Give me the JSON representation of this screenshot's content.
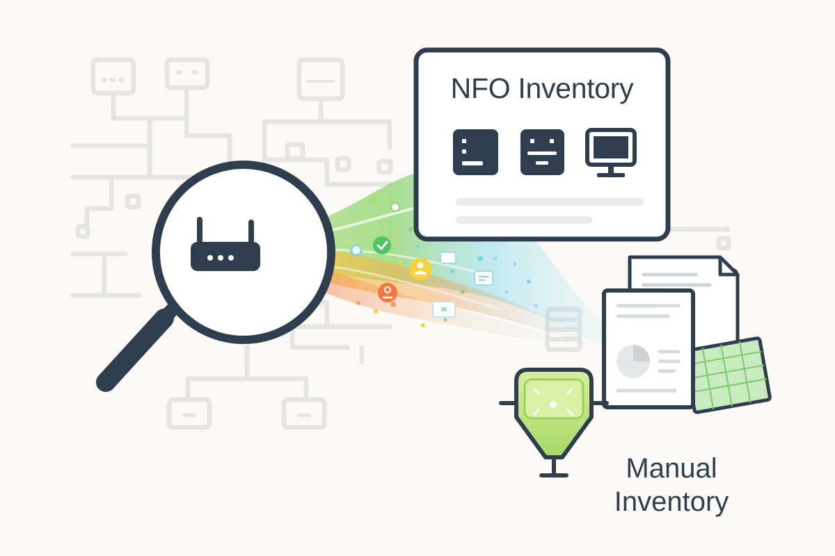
{
  "nfo_panel": {
    "title": "NFO Inventory",
    "icons": [
      "server-icon",
      "server-icon",
      "monitor-icon"
    ]
  },
  "manual_inventory": {
    "label_line1": "Manual",
    "label_line2": "Inventory"
  },
  "magnifier": {
    "subject_icon": "router-icon"
  },
  "flow": {
    "badges": [
      "check-icon",
      "user-icon",
      "location-pin-icon",
      "message-card-icon"
    ]
  },
  "colors": {
    "ink": "#2f3e4e",
    "background": "#fbfaf7",
    "network_lines": "#e6e6e4",
    "flow_green": "#8fd46a",
    "flow_yellow": "#f7d23a",
    "flow_orange": "#f2763f",
    "flow_cyan": "#7fd6e8",
    "spreadsheet_green": "#bfe6b8"
  }
}
